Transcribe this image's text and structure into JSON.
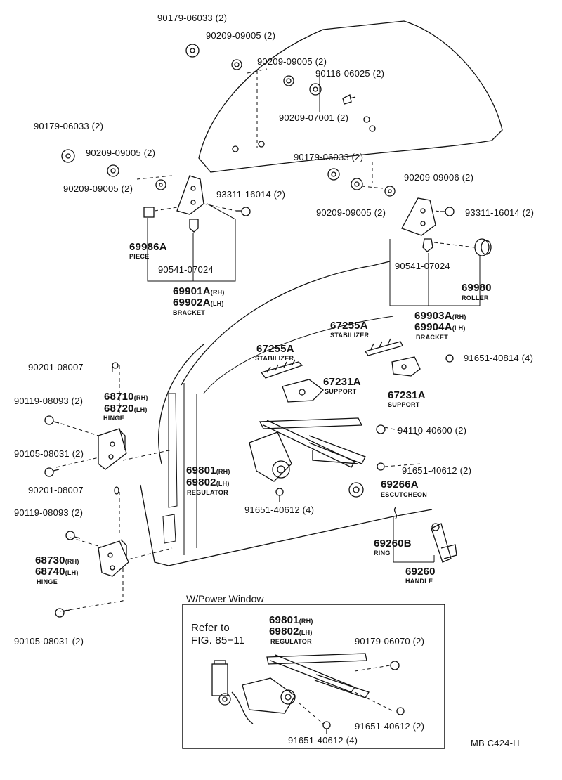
{
  "labels": {
    "p_90179_06033_a": "90179-06033 (2)",
    "p_90209_09005_a": "90209-09005 (2)",
    "p_90209_09005_b": "90209-09005 (2)",
    "p_90116_06025": "90116-06025 (2)",
    "p_90209_07001": "90209-07001 (2)",
    "p_90179_06033_b": "90179-06033 (2)",
    "p_90209_09005_c": "90209-09005 (2)",
    "p_90209_09005_d": "90209-09005 (2)",
    "p_93311_16014_a": "93311-16014 (2)",
    "p_90179_06033_c": "90179-06033 (2)",
    "p_90209_09006": "90209-09006 (2)",
    "p_90209_09005_e": "90209-09005 (2)",
    "p_93311_16014_b": "93311-16014 (2)",
    "p_69986a": "69986A",
    "p_69986a_sub": "PIECE",
    "p_90541_07024_a": "90541-07024",
    "p_90541_07024_b": "90541-07024",
    "p_69980": "69980",
    "p_69980_sub": "ROLLER",
    "p_69901a": "69901A",
    "p_69901a_tag": "(RH)",
    "p_69902a": "69902A",
    "p_69902a_tag": "(LH)",
    "p_bracket_a": "BRACKET",
    "p_69903a": "69903A",
    "p_69903a_tag": "(RH)",
    "p_69904a": "69904A",
    "p_69904a_tag": "(LH)",
    "p_bracket_b": "BRACKET",
    "p_67255a_a": "67255A",
    "p_stab_a": "STABILIZER",
    "p_67255a_b": "67255A",
    "p_stab_b": "STABILIZER",
    "p_91651_40814": "91651-40814 (4)",
    "p_90201_08007_a": "90201-08007",
    "p_68710": "68710",
    "p_68710_tag": "(RH)",
    "p_68720": "68720",
    "p_68720_tag": "(LH)",
    "p_hinge_a": "HINGE",
    "p_90119_08093_a": "90119-08093 (2)",
    "p_67231a_a": "67231A",
    "p_support_a": "SUPPORT",
    "p_67231a_b": "67231A",
    "p_support_b": "SUPPORT",
    "p_94110_40600": "94110-40600 (2)",
    "p_90105_08031_a": "90105-08031 (2)",
    "p_91651_40612_a": "91651-40612 (2)",
    "p_69801": "69801",
    "p_69801_tag": "(RH)",
    "p_69802": "69802",
    "p_69802_tag": "(LH)",
    "p_regulator_a": "REGULATOR",
    "p_69266a": "69266A",
    "p_escutcheon": "ESCUTCHEON",
    "p_90201_08007_b": "90201-08007",
    "p_91651_40612_b": "91651-40612 (4)",
    "p_90119_08093_b": "90119-08093 (2)",
    "p_68730": "68730",
    "p_68730_tag": "(RH)",
    "p_68740": "68740",
    "p_68740_tag": "(LH)",
    "p_hinge_b": "HINGE",
    "p_69260b": "69260B",
    "p_ring": "RING",
    "p_69260": "69260",
    "p_handle": "HANDLE",
    "p_90105_08031_b": "90105-08031 (2)",
    "box_title": "W/Power Window",
    "refer1": "Refer to",
    "refer2": "FIG. 85−11",
    "pw_69801": "69801",
    "pw_69801_tag": "(RH)",
    "pw_69802": "69802",
    "pw_69802_tag": "(LH)",
    "pw_regulator": "REGULATOR",
    "pw_90179_06070": "90179-06070 (2)",
    "pw_91651_40612_a": "91651-40612 (2)",
    "pw_91651_40612_b": "91651-40612 (4)",
    "code": "MB C424-H"
  },
  "icons": [
    "nut-icon",
    "washer-icon",
    "bolt-icon",
    "bracket-icon",
    "hinge-icon",
    "regulator-icon",
    "motor-icon",
    "handle-icon"
  ]
}
